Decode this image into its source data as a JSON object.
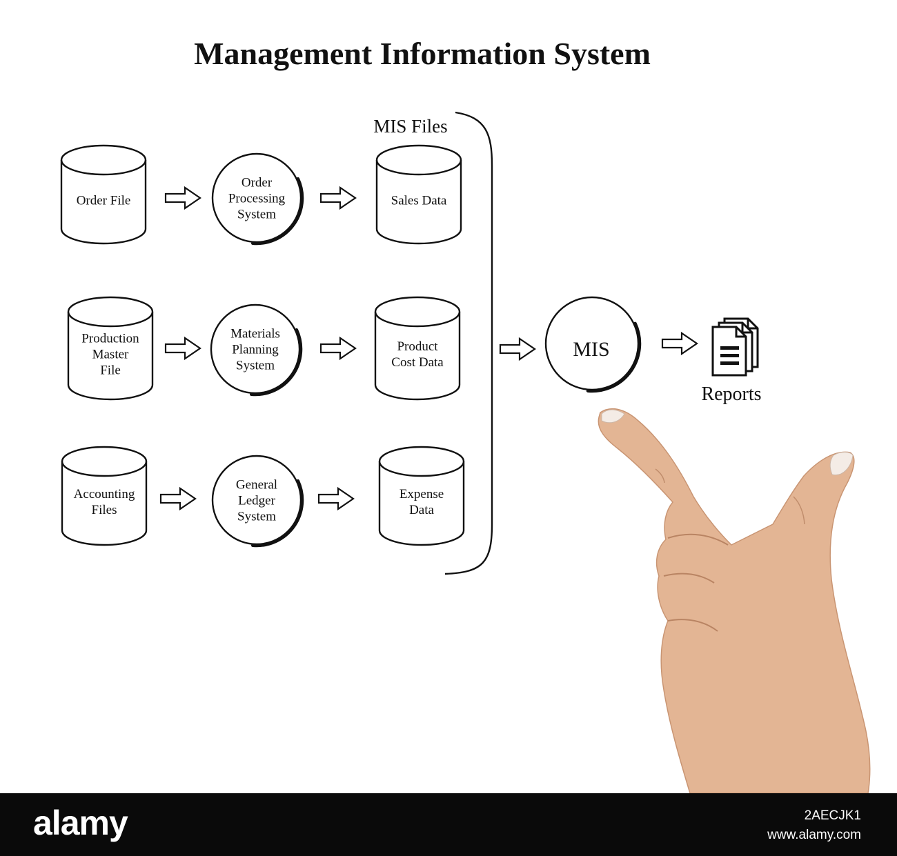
{
  "title": "Management Information System",
  "bracket_label": "MIS Files",
  "rows": [
    {
      "source": [
        "Order File"
      ],
      "process": [
        "Order",
        "Processing",
        "System"
      ],
      "output": [
        "Sales Data"
      ]
    },
    {
      "source": [
        "Production",
        "Master",
        "File"
      ],
      "process": [
        "Materials",
        "Planning",
        "System"
      ],
      "output": [
        "Product",
        "Cost Data"
      ]
    },
    {
      "source": [
        "Accounting",
        "Files"
      ],
      "process": [
        "General",
        "Ledger",
        "System"
      ],
      "output": [
        "Expense",
        "Data"
      ]
    }
  ],
  "mis_label": "MIS",
  "reports_label": "Reports",
  "icons": {
    "reports": "documents-stack-icon",
    "hand": "pointing-hand-icon"
  },
  "colors": {
    "ink": "#111111",
    "background": "#ffffff",
    "footer": "#0a0a0a",
    "skin": "#e3b594"
  },
  "footer": {
    "logo": "alamy",
    "image_id": "2AECJK1",
    "url": "www.alamy.com"
  }
}
